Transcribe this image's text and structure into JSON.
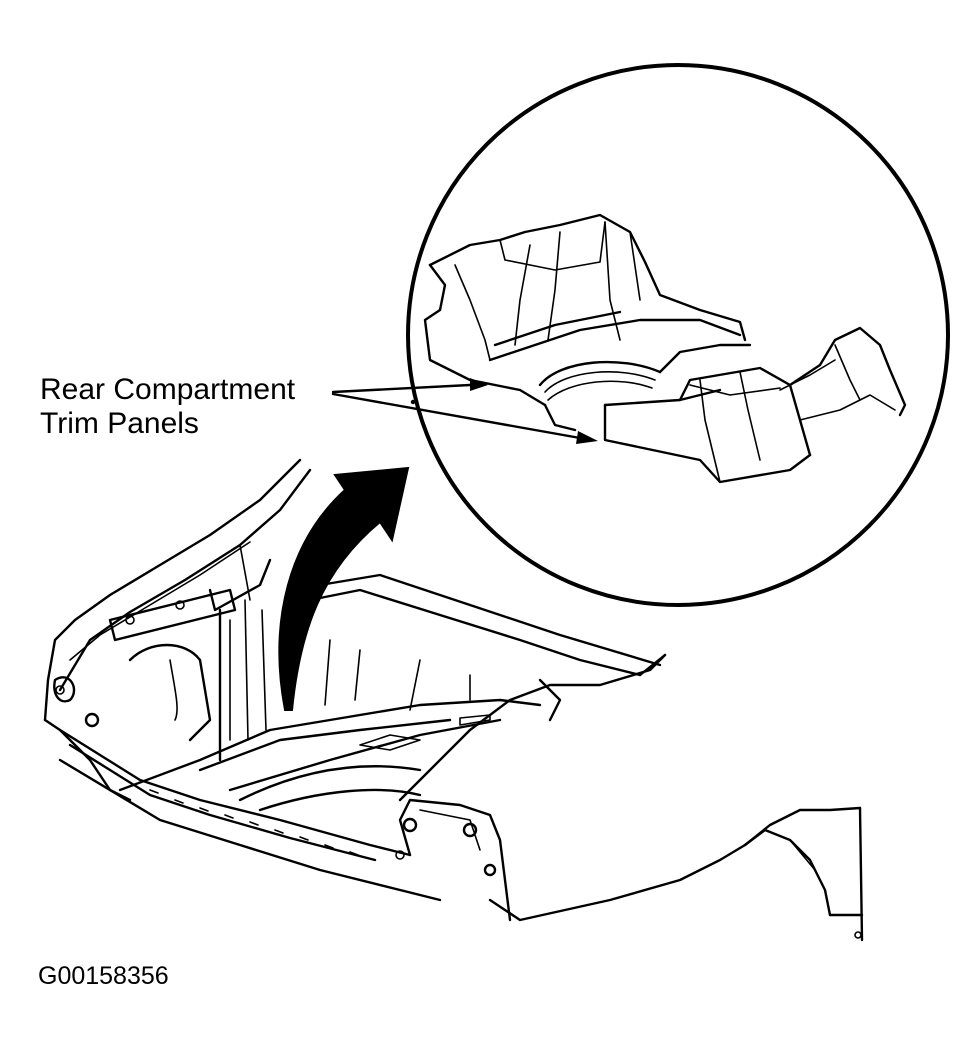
{
  "callout": {
    "line1": "Rear Compartment",
    "line2": "Trim Panels"
  },
  "figure_id": "G00158356",
  "colors": {
    "ink": "#000000",
    "paper": "#ffffff"
  }
}
